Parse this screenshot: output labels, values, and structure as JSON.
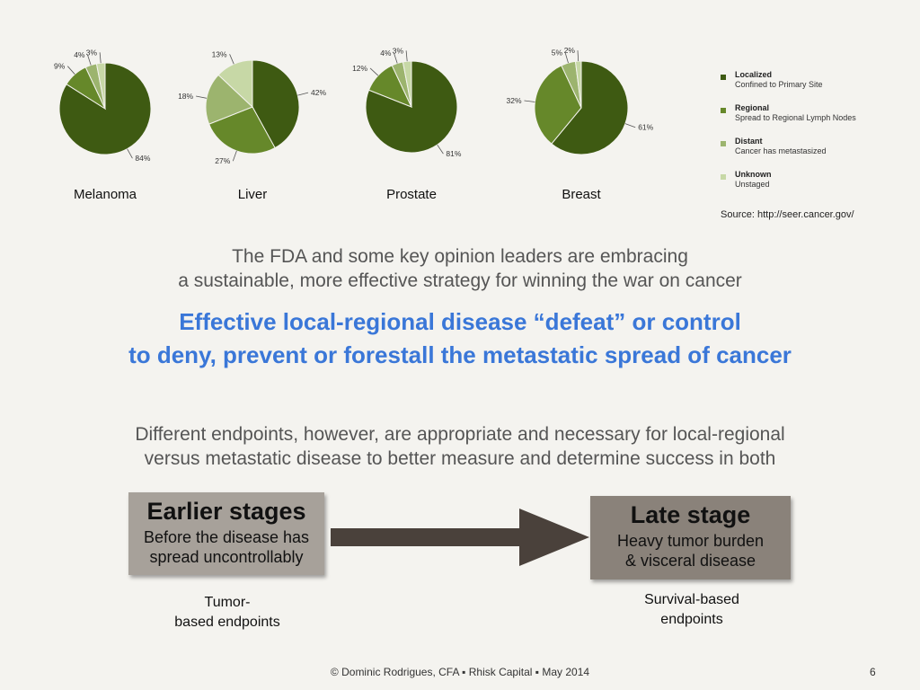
{
  "chart_data": {
    "type": "pie",
    "categories": [
      "Localized",
      "Regional",
      "Distant",
      "Unknown"
    ],
    "colors": [
      "#3e5a12",
      "#66882a",
      "#9cb46e",
      "#c7d8a6"
    ],
    "charts": [
      {
        "name": "Melanoma",
        "values": [
          84,
          9,
          4,
          3
        ],
        "labels": [
          "84%",
          "9%",
          "4%",
          "3%"
        ]
      },
      {
        "name": "Liver",
        "values": [
          42,
          27,
          18,
          13
        ],
        "labels": [
          "42%",
          "27%",
          "18%",
          "13%"
        ]
      },
      {
        "name": "Prostate",
        "values": [
          81,
          12,
          4,
          3
        ],
        "labels": [
          "81%",
          "12%",
          "4%",
          "3%"
        ]
      },
      {
        "name": "Breast",
        "values": [
          61,
          32,
          5,
          2
        ],
        "labels": [
          "61%",
          "32%",
          "5%",
          "2%"
        ]
      }
    ],
    "legend": [
      {
        "title": "Localized",
        "desc": "Confined to Primary Site"
      },
      {
        "title": "Regional",
        "desc": "Spread to Regional Lymph Nodes"
      },
      {
        "title": "Distant",
        "desc": "Cancer has metastasized"
      },
      {
        "title": "Unknown",
        "desc": "Unstaged"
      }
    ],
    "legend_placement": "right",
    "source": "Source: http://seer.cancer.gov/"
  },
  "text": {
    "intro_line1": "The FDA and some key opinion leaders are embracing",
    "intro_line2": "a sustainable, more effective strategy for winning the war on cancer",
    "headline_line1": "Effective local-regional disease “defeat” or control",
    "headline_line2": "to deny, prevent or forestall the metastatic spread of cancer",
    "note_line1": "Different endpoints, however, are appropriate and necessary for local-regional",
    "note_line2": "versus metastatic disease to better measure and determine success in both"
  },
  "stages": {
    "early": {
      "title": "Earlier stages",
      "desc_line1": "Before the disease has",
      "desc_line2": "spread uncontrollably",
      "endpoint_line1": "Tumor-",
      "endpoint_line2": "based endpoints"
    },
    "late": {
      "title": "Late stage",
      "desc_line1": "Heavy tumor burden",
      "desc_line2": "& visceral disease",
      "endpoint_line1": "Survival-based",
      "endpoint_line2": "endpoints"
    }
  },
  "footer": {
    "credit": "© Dominic Rodrigues, CFA ▪ Rhisk Capital ▪ May 2014",
    "page": "6"
  },
  "colors": {
    "headline": "#3a77d8",
    "arrow": "#4a413b"
  }
}
